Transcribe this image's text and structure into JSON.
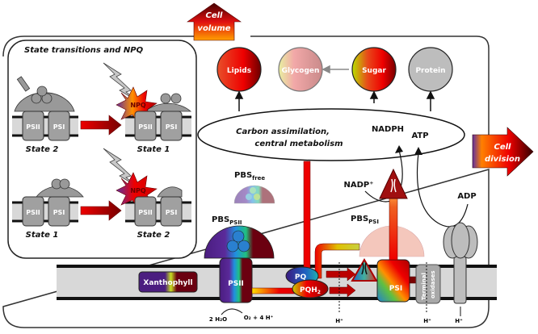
{
  "title_box": "State transitions and NPQ",
  "state_panel": {
    "rows": [
      {
        "from_state": "State 2",
        "to_state": "State 1"
      },
      {
        "from_state": "State 1",
        "to_state": "State 2"
      }
    ],
    "psii_label": "PSII",
    "psi_label": "PSI",
    "npq_label": "NPQ"
  },
  "outputs": {
    "cell_volume": [
      "Cell",
      "volume"
    ],
    "cell_division": [
      "Cell",
      "division"
    ]
  },
  "metabolites": [
    {
      "label": "Lipids"
    },
    {
      "label": "Glycogen"
    },
    {
      "label": "Sugar"
    },
    {
      "label": "Protein"
    }
  ],
  "metabolism_ellipse": [
    "Carbon assimilation,",
    "central metabolism"
  ],
  "cofactors": {
    "nadph": "NADPH",
    "atp": "ATP",
    "nadp": "NADP⁺",
    "adp": "ADP"
  },
  "pbs": {
    "free": {
      "base": "PBS",
      "sub": "free"
    },
    "psii": {
      "base": "PBS",
      "sub": "PSII"
    },
    "psi": {
      "base": "PBS",
      "sub": "PSI"
    }
  },
  "membrane": {
    "xanthophyll": "Xanthophyll",
    "psii": "PSII",
    "psi": "PSI",
    "pq": "PQ",
    "pqh2": {
      "base": "PQH",
      "sub": "2"
    },
    "terminal_oxidases": [
      "Terminal",
      "oxidases"
    ],
    "water_split": {
      "left": "2 H₂O",
      "right": "O₂ + 4 H⁺"
    },
    "proton": "H⁺"
  }
}
